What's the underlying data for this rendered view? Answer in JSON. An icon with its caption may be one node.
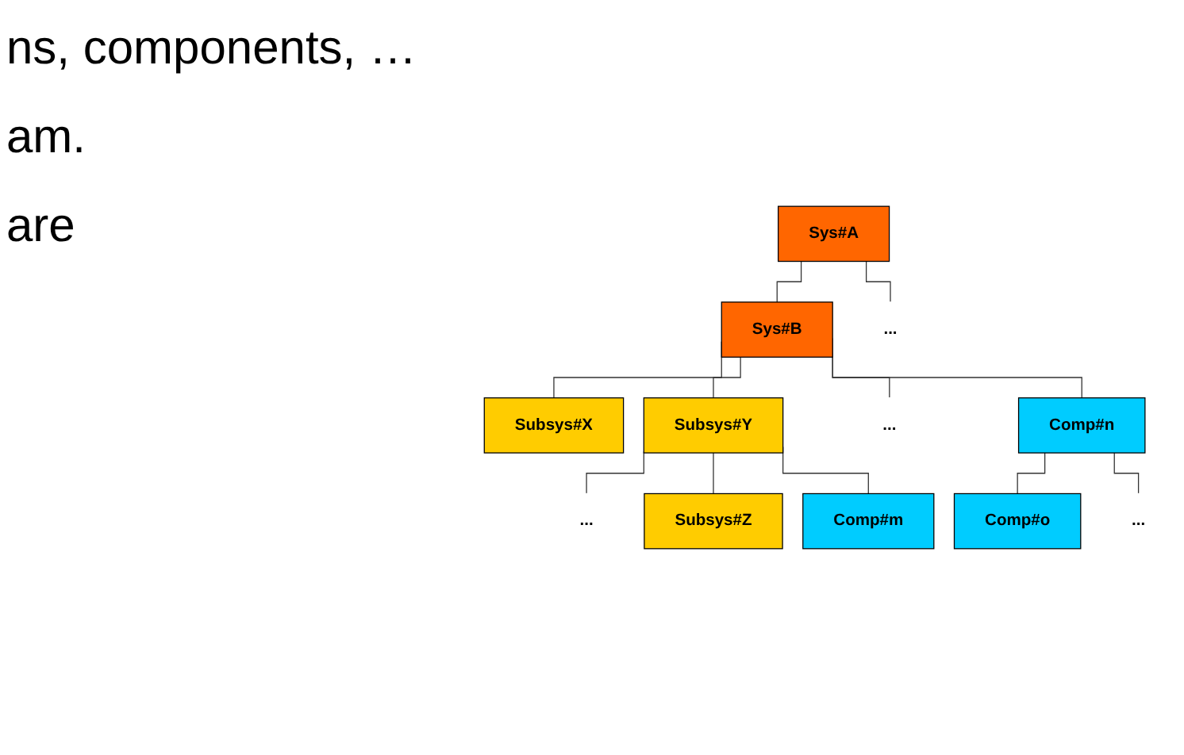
{
  "diagram": {
    "nodes": [
      {
        "text": [
          "Sys#A"
        ]
      },
      {
        "text": [
          "Sys#B"
        ]
      },
      {
        "text": [
          "..."
        ]
      },
      {
        "text": [
          "Subsys#X"
        ]
      },
      {
        "text": [
          "Subsys#Y"
        ]
      },
      {
        "text": [
          "..."
        ]
      },
      {
        "text": [
          "Comp#n"
        ]
      },
      {
        "text": [
          "..."
        ]
      },
      {
        "text": [
          "Subsys#Z"
        ]
      },
      {
        "text": [
          "Comp#m"
        ]
      },
      {
        "text": [
          "Comp#o"
        ]
      },
      {
        "text": [
          "..."
        ]
      }
    ],
    "edges": [
      {
        "from": 0,
        "to": 1,
        "arrow": "none"
      },
      {
        "from": 0,
        "to": 2,
        "arrow": "none"
      },
      {
        "from": 1,
        "to": 3,
        "arrow": "none"
      },
      {
        "from": 1,
        "to": 4,
        "arrow": "none"
      },
      {
        "from": 1,
        "to": 5,
        "arrow": "none"
      },
      {
        "from": 1,
        "to": 6,
        "arrow": "none"
      },
      {
        "from": 4,
        "to": 7,
        "arrow": "none"
      },
      {
        "from": 4,
        "to": 8,
        "arrow": "none"
      },
      {
        "from": 4,
        "to": 9,
        "arrow": "none"
      },
      {
        "from": 6,
        "to": 10,
        "arrow": "none"
      },
      {
        "from": 6,
        "to": 11,
        "arrow": "none"
      }
    ],
    "labels": [
      "ns, components, …",
      "am.",
      "are"
    ]
  }
}
